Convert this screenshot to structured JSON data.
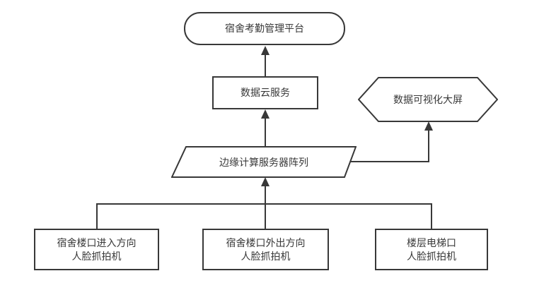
{
  "diagram": {
    "background": "#ffffff",
    "stroke_color": "#383838",
    "text_color": "#383838",
    "nodes": {
      "platform": {
        "shape": "stadium",
        "label": "宿舍考勤管理平台"
      },
      "cloud_service": {
        "shape": "rectangle",
        "label": "数据云服务"
      },
      "visualization_screen": {
        "shape": "hexagon",
        "label": "数据可视化大屏"
      },
      "edge_servers": {
        "shape": "parallelogram",
        "label": "边缘计算服务器阵列"
      },
      "camera_entry": {
        "shape": "rectangle",
        "line1": "宿舍楼口进入方向",
        "line2": "人脸抓拍机"
      },
      "camera_exit": {
        "shape": "rectangle",
        "line1": "宿舍楼口外出方向",
        "line2": "人脸抓拍机"
      },
      "camera_elevator": {
        "shape": "rectangle",
        "line1": "楼层电梯口",
        "line2": "人脸抓拍机"
      }
    },
    "edges": [
      {
        "from": "camera_entry",
        "to": "edge_servers",
        "arrow": true
      },
      {
        "from": "camera_exit",
        "to": "edge_servers",
        "arrow": true
      },
      {
        "from": "camera_elevator",
        "to": "edge_servers",
        "arrow": true
      },
      {
        "from": "edge_servers",
        "to": "cloud_service",
        "arrow": true
      },
      {
        "from": "edge_servers",
        "to": "visualization_screen",
        "arrow": true
      },
      {
        "from": "cloud_service",
        "to": "platform",
        "arrow": true
      }
    ]
  }
}
